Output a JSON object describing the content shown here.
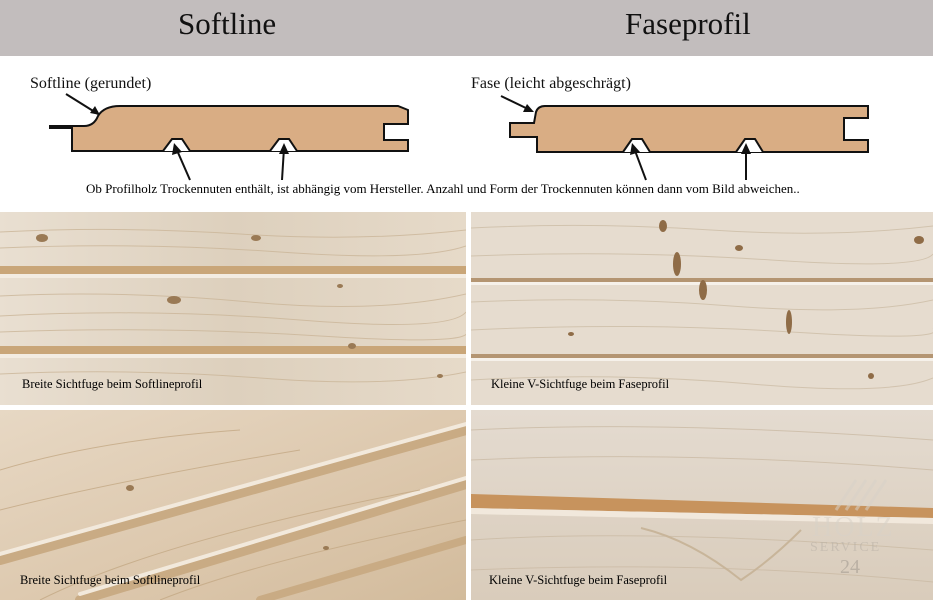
{
  "header": {
    "left_title": "Softline",
    "right_title": "Faseprofil"
  },
  "diagram": {
    "softline_label": "Softline (gerundet)",
    "fase_label": "Fase (leicht abgeschrägt)",
    "note": "Ob Profilholz Trockennuten enthält, ist abhängig vom Hersteller. Anzahl und Form der Trockennuten können dann vom Bild abweichen..",
    "board_color": "#d9ad84",
    "outline_color": "#111111"
  },
  "photos": [
    {
      "caption": "Breite Sichtfuge beim Softlineprofil"
    },
    {
      "caption": "Kleine V-Sichtfuge beim Faseprofil"
    },
    {
      "caption": "Breite Sichtfuge beim Softlineprofil"
    },
    {
      "caption": "Kleine V-Sichtfuge beim Faseprofil"
    }
  ],
  "logo": {
    "line1": "HOLZ",
    "line2": "SERVICE",
    "line3": "24"
  },
  "colors": {
    "header_bg": "#c2bdbd",
    "wood_light": "#e8dccd",
    "wood_mid": "#d9c6ae",
    "gap": "#b9946a"
  }
}
